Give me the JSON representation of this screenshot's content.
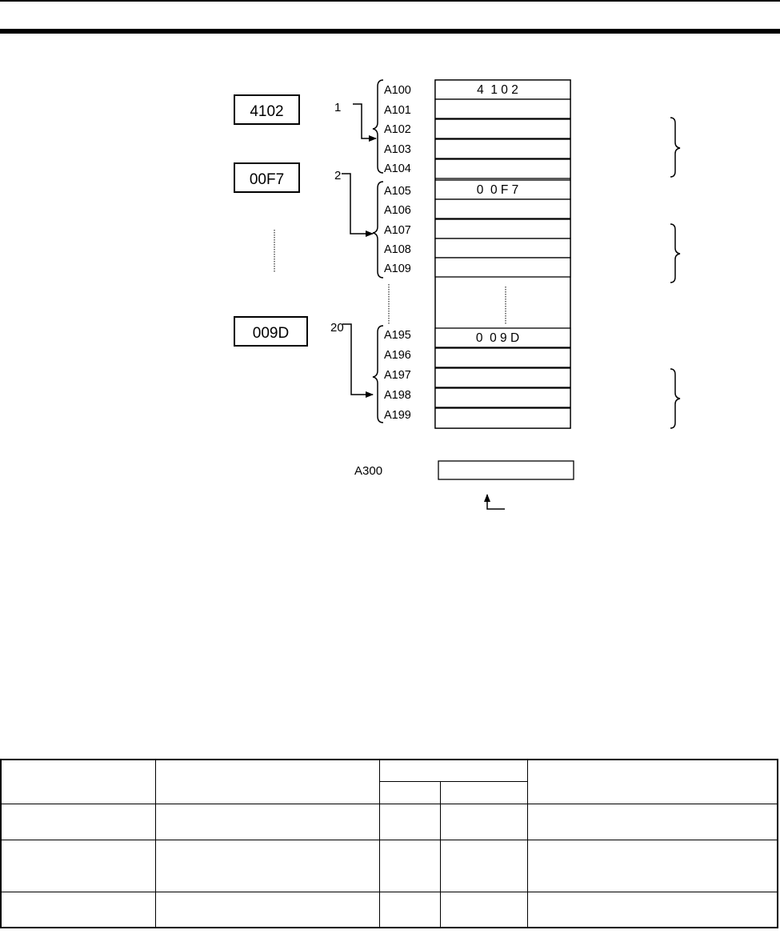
{
  "error_codes": [
    {
      "code": "4102",
      "index": "1"
    },
    {
      "code": "00F7",
      "index": "2"
    },
    {
      "code": "009D",
      "index": "20"
    }
  ],
  "memory_words": [
    {
      "address": "A100",
      "value": "4  1 0 2"
    },
    {
      "address": "A101",
      "value": ""
    },
    {
      "address": "A102",
      "value": ""
    },
    {
      "address": "A103",
      "value": ""
    },
    {
      "address": "A104",
      "value": ""
    },
    {
      "address": "A105",
      "value": "0  0 F 7"
    },
    {
      "address": "A106",
      "value": ""
    },
    {
      "address": "A107",
      "value": ""
    },
    {
      "address": "A108",
      "value": ""
    },
    {
      "address": "A109",
      "value": ""
    },
    {
      "address": "A195",
      "value": "0  0 9 D"
    },
    {
      "address": "A196",
      "value": ""
    },
    {
      "address": "A197",
      "value": ""
    },
    {
      "address": "A198",
      "value": ""
    },
    {
      "address": "A199",
      "value": ""
    }
  ],
  "counter_word": {
    "address": "A300",
    "value": ""
  },
  "table": {
    "header_top": [
      "",
      "",
      "",
      ""
    ],
    "header_sub": [
      "",
      ""
    ],
    "rows": [
      [
        "",
        "",
        "",
        "",
        ""
      ],
      [
        "",
        "",
        "",
        "",
        ""
      ],
      [
        "",
        "",
        "",
        "",
        ""
      ]
    ]
  }
}
